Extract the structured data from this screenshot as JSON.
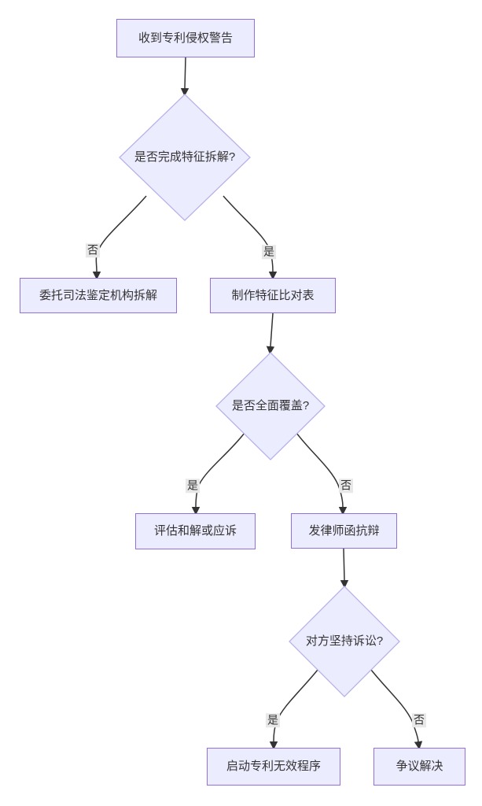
{
  "diagram": {
    "type": "flowchart",
    "direction": "top-down",
    "topic": "patent-infringement-response",
    "nodes": {
      "start": {
        "label": "收到专利侵权警告",
        "shape": "rect"
      },
      "decision_decompose": {
        "label": "是否完成特征拆解?",
        "shape": "diamond"
      },
      "entrust_agency": {
        "label": "委托司法鉴定机构拆解",
        "shape": "rect"
      },
      "comparison_table": {
        "label": "制作特征比对表",
        "shape": "rect"
      },
      "decision_coverage": {
        "label": "是否全面覆盖?",
        "shape": "diamond"
      },
      "evaluate_settle": {
        "label": "评估和解或应诉",
        "shape": "rect"
      },
      "lawyer_letter": {
        "label": "发律师函抗辩",
        "shape": "rect"
      },
      "decision_litigation": {
        "label": "对方坚持诉讼?",
        "shape": "diamond"
      },
      "invalidation": {
        "label": "启动专利无效程序",
        "shape": "rect"
      },
      "dispute_resolution": {
        "label": "争议解决",
        "shape": "rect"
      }
    },
    "edge_labels": {
      "decompose_no": "否",
      "decompose_yes": "是",
      "coverage_yes": "是",
      "coverage_no": "否",
      "litigation_yes": "是",
      "litigation_no": "否"
    },
    "colors": {
      "node_fill": "#ECECFF",
      "rect_border": "#9370DB",
      "diamond_border": "#b8b2e8",
      "edge_stroke": "#333333",
      "text": "#333333",
      "edge_label_bg": "#e8e8e8",
      "background": "#ffffff"
    }
  }
}
